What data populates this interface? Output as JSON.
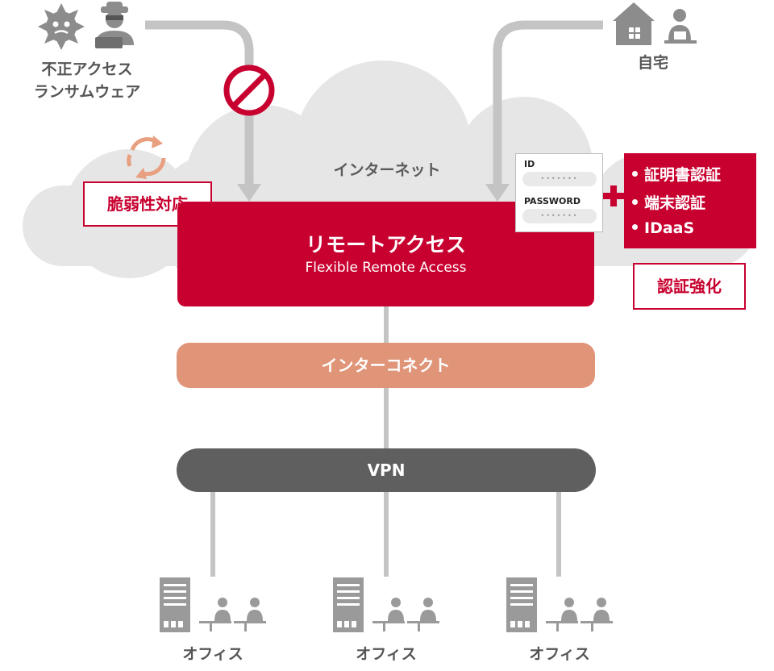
{
  "external_threat": {
    "line1": "不正アクセス",
    "line2": "ランサムウェア"
  },
  "home": {
    "label": "自宅"
  },
  "cloud": {
    "label": "インターネット"
  },
  "vulnerability": {
    "label": "脆弱性対応"
  },
  "remote_access": {
    "title": "リモートアクセス",
    "subtitle": "Flexible Remote Access"
  },
  "login": {
    "id_label": "ID",
    "password_label": "PASSWORD",
    "mask": "•••••••"
  },
  "auth_methods": [
    "証明書認証",
    "端末認証",
    "IDaaS"
  ],
  "auth_strengthening": {
    "label": "認証強化"
  },
  "interconnect": {
    "label": "インターコネクト"
  },
  "vpn": {
    "label": "VPN"
  },
  "offices": [
    {
      "label": "オフィス"
    },
    {
      "label": "オフィス"
    },
    {
      "label": "オフィス"
    }
  ],
  "colors": {
    "brand_red": "#c8002f",
    "cloud_gray": "#e6e6e6",
    "line_gray": "#c4c4c4",
    "interconnect": "#e09478",
    "vpn": "#5f5f5f"
  }
}
